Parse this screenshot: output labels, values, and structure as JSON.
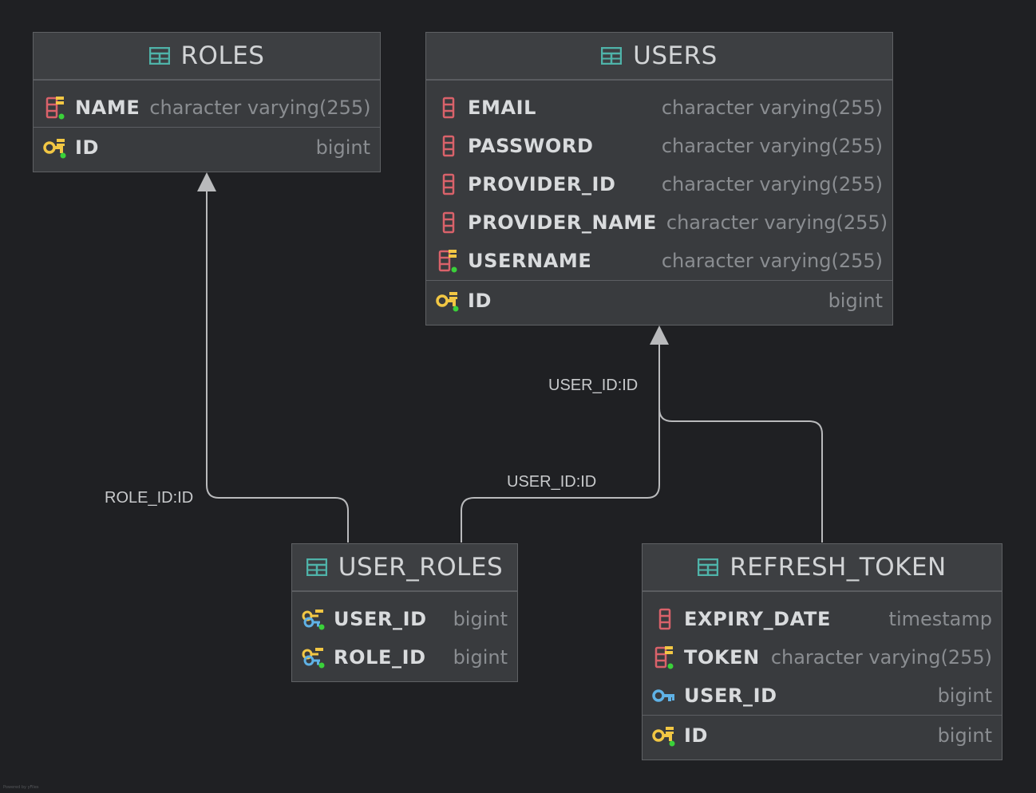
{
  "tables": {
    "roles": {
      "title": "ROLES",
      "columns": [
        {
          "name": "NAME",
          "type": "character varying(255)",
          "icon": "column-unique-icon"
        },
        {
          "name": "ID",
          "type": "bigint",
          "icon": "primary-key-icon"
        }
      ]
    },
    "users": {
      "title": "USERS",
      "columns": [
        {
          "name": "EMAIL",
          "type": "character varying(255)",
          "icon": "column-icon"
        },
        {
          "name": "PASSWORD",
          "type": "character varying(255)",
          "icon": "column-icon"
        },
        {
          "name": "PROVIDER_ID",
          "type": "character varying(255)",
          "icon": "column-icon"
        },
        {
          "name": "PROVIDER_NAME",
          "type": "character varying(255)",
          "icon": "column-icon"
        },
        {
          "name": "USERNAME",
          "type": "character varying(255)",
          "icon": "column-unique-icon"
        },
        {
          "name": "ID",
          "type": "bigint",
          "icon": "primary-key-icon"
        }
      ]
    },
    "user_roles": {
      "title": "USER_ROLES",
      "columns": [
        {
          "name": "USER_ID",
          "type": "bigint",
          "icon": "primary-foreign-key-icon"
        },
        {
          "name": "ROLE_ID",
          "type": "bigint",
          "icon": "primary-foreign-key-icon"
        }
      ]
    },
    "refresh_token": {
      "title": "REFRESH_TOKEN",
      "columns": [
        {
          "name": "EXPIRY_DATE",
          "type": "timestamp",
          "icon": "column-icon"
        },
        {
          "name": "TOKEN",
          "type": "character varying(255)",
          "icon": "column-unique-icon"
        },
        {
          "name": "USER_ID",
          "type": "bigint",
          "icon": "foreign-key-icon"
        },
        {
          "name": "ID",
          "type": "bigint",
          "icon": "primary-key-icon"
        }
      ]
    }
  },
  "relations": {
    "role_label": "ROLE_ID:ID",
    "user_roles_label": "USER_ID:ID",
    "refresh_token_label": "USER_ID:ID"
  },
  "footer": "Powered by yFiles",
  "colors": {
    "background": "#1f2023",
    "edge": "#b9babc",
    "table_icon": "#4fb3a9",
    "column_icon": "#d9626a",
    "key_yellow": "#f2c744",
    "key_blue": "#5fb2e6",
    "nullable_dot": "#3ad13a"
  }
}
